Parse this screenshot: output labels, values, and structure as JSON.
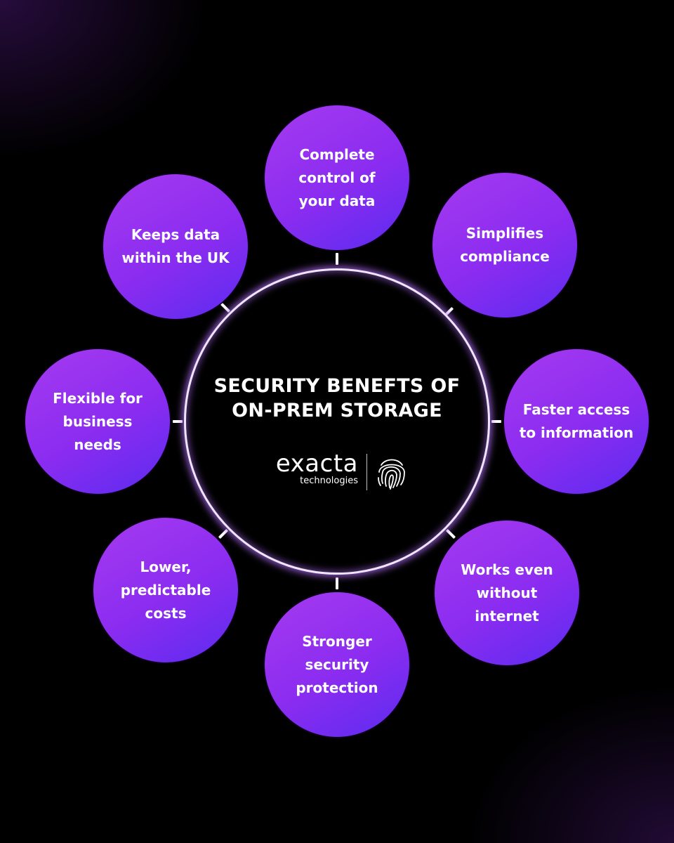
{
  "center": {
    "title_line1": "SECURITY BENEFTS OF",
    "title_line2": "ON-PREM STORAGE"
  },
  "logo": {
    "wordmark": "exacta",
    "tagline": "technologies",
    "icon": "fingerprint-icon"
  },
  "benefits": [
    {
      "label": "Complete\ncontrol of\nyour data"
    },
    {
      "label": "Simplifies\ncompliance"
    },
    {
      "label": "Faster access\nto information"
    },
    {
      "label": "Works even\nwithout\ninternet"
    },
    {
      "label": "Stronger\nsecurity\nprotection"
    },
    {
      "label": "Lower,\npredictable\ncosts"
    },
    {
      "label": "Flexible for\nbusiness\nneeds"
    },
    {
      "label": "Keeps data\nwithin the UK"
    }
  ],
  "colors": {
    "background": "#000000",
    "bubble_start": "#a63af0",
    "bubble_end": "#5b2bf0",
    "ring": "#efe6fb",
    "ring_glow": "#b46eff",
    "text": "#ffffff"
  }
}
